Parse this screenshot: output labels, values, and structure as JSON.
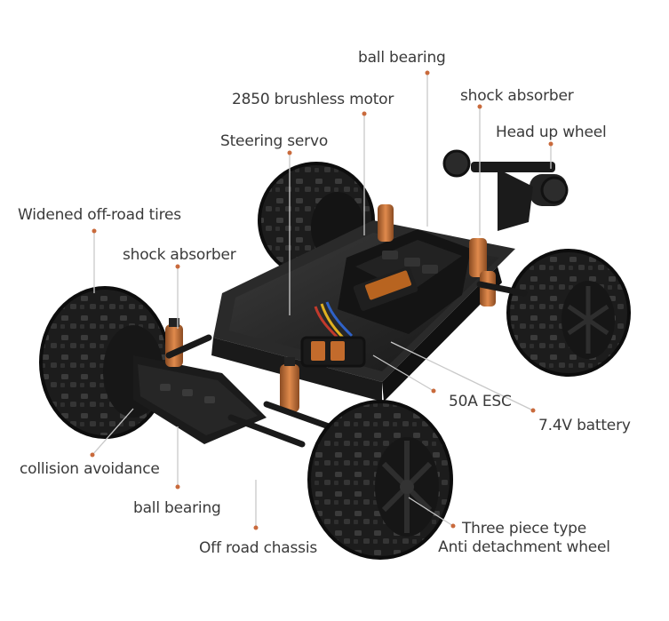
{
  "image": {
    "subject": "RC off-road truck chassis with labeled components",
    "accent_color": "#c96a3c"
  },
  "labels": {
    "ball_bearing_top": "ball bearing",
    "brushless_motor": "2850 brushless motor",
    "shock_absorber_right": "shock absorber",
    "head_up_wheel": "Head up wheel",
    "steering_servo": "Steering servo",
    "widened_tires": "Widened off-road tires",
    "shock_absorber_left": "shock absorber",
    "esc": "50A  ESC",
    "battery": "7.4V battery",
    "collision_avoidance": "collision avoidance",
    "ball_bearing_bottom": "ball bearing",
    "off_road_chassis": "Off road chassis",
    "three_piece_line1": "Three piece type",
    "three_piece_line2": "Anti detachment wheel"
  }
}
